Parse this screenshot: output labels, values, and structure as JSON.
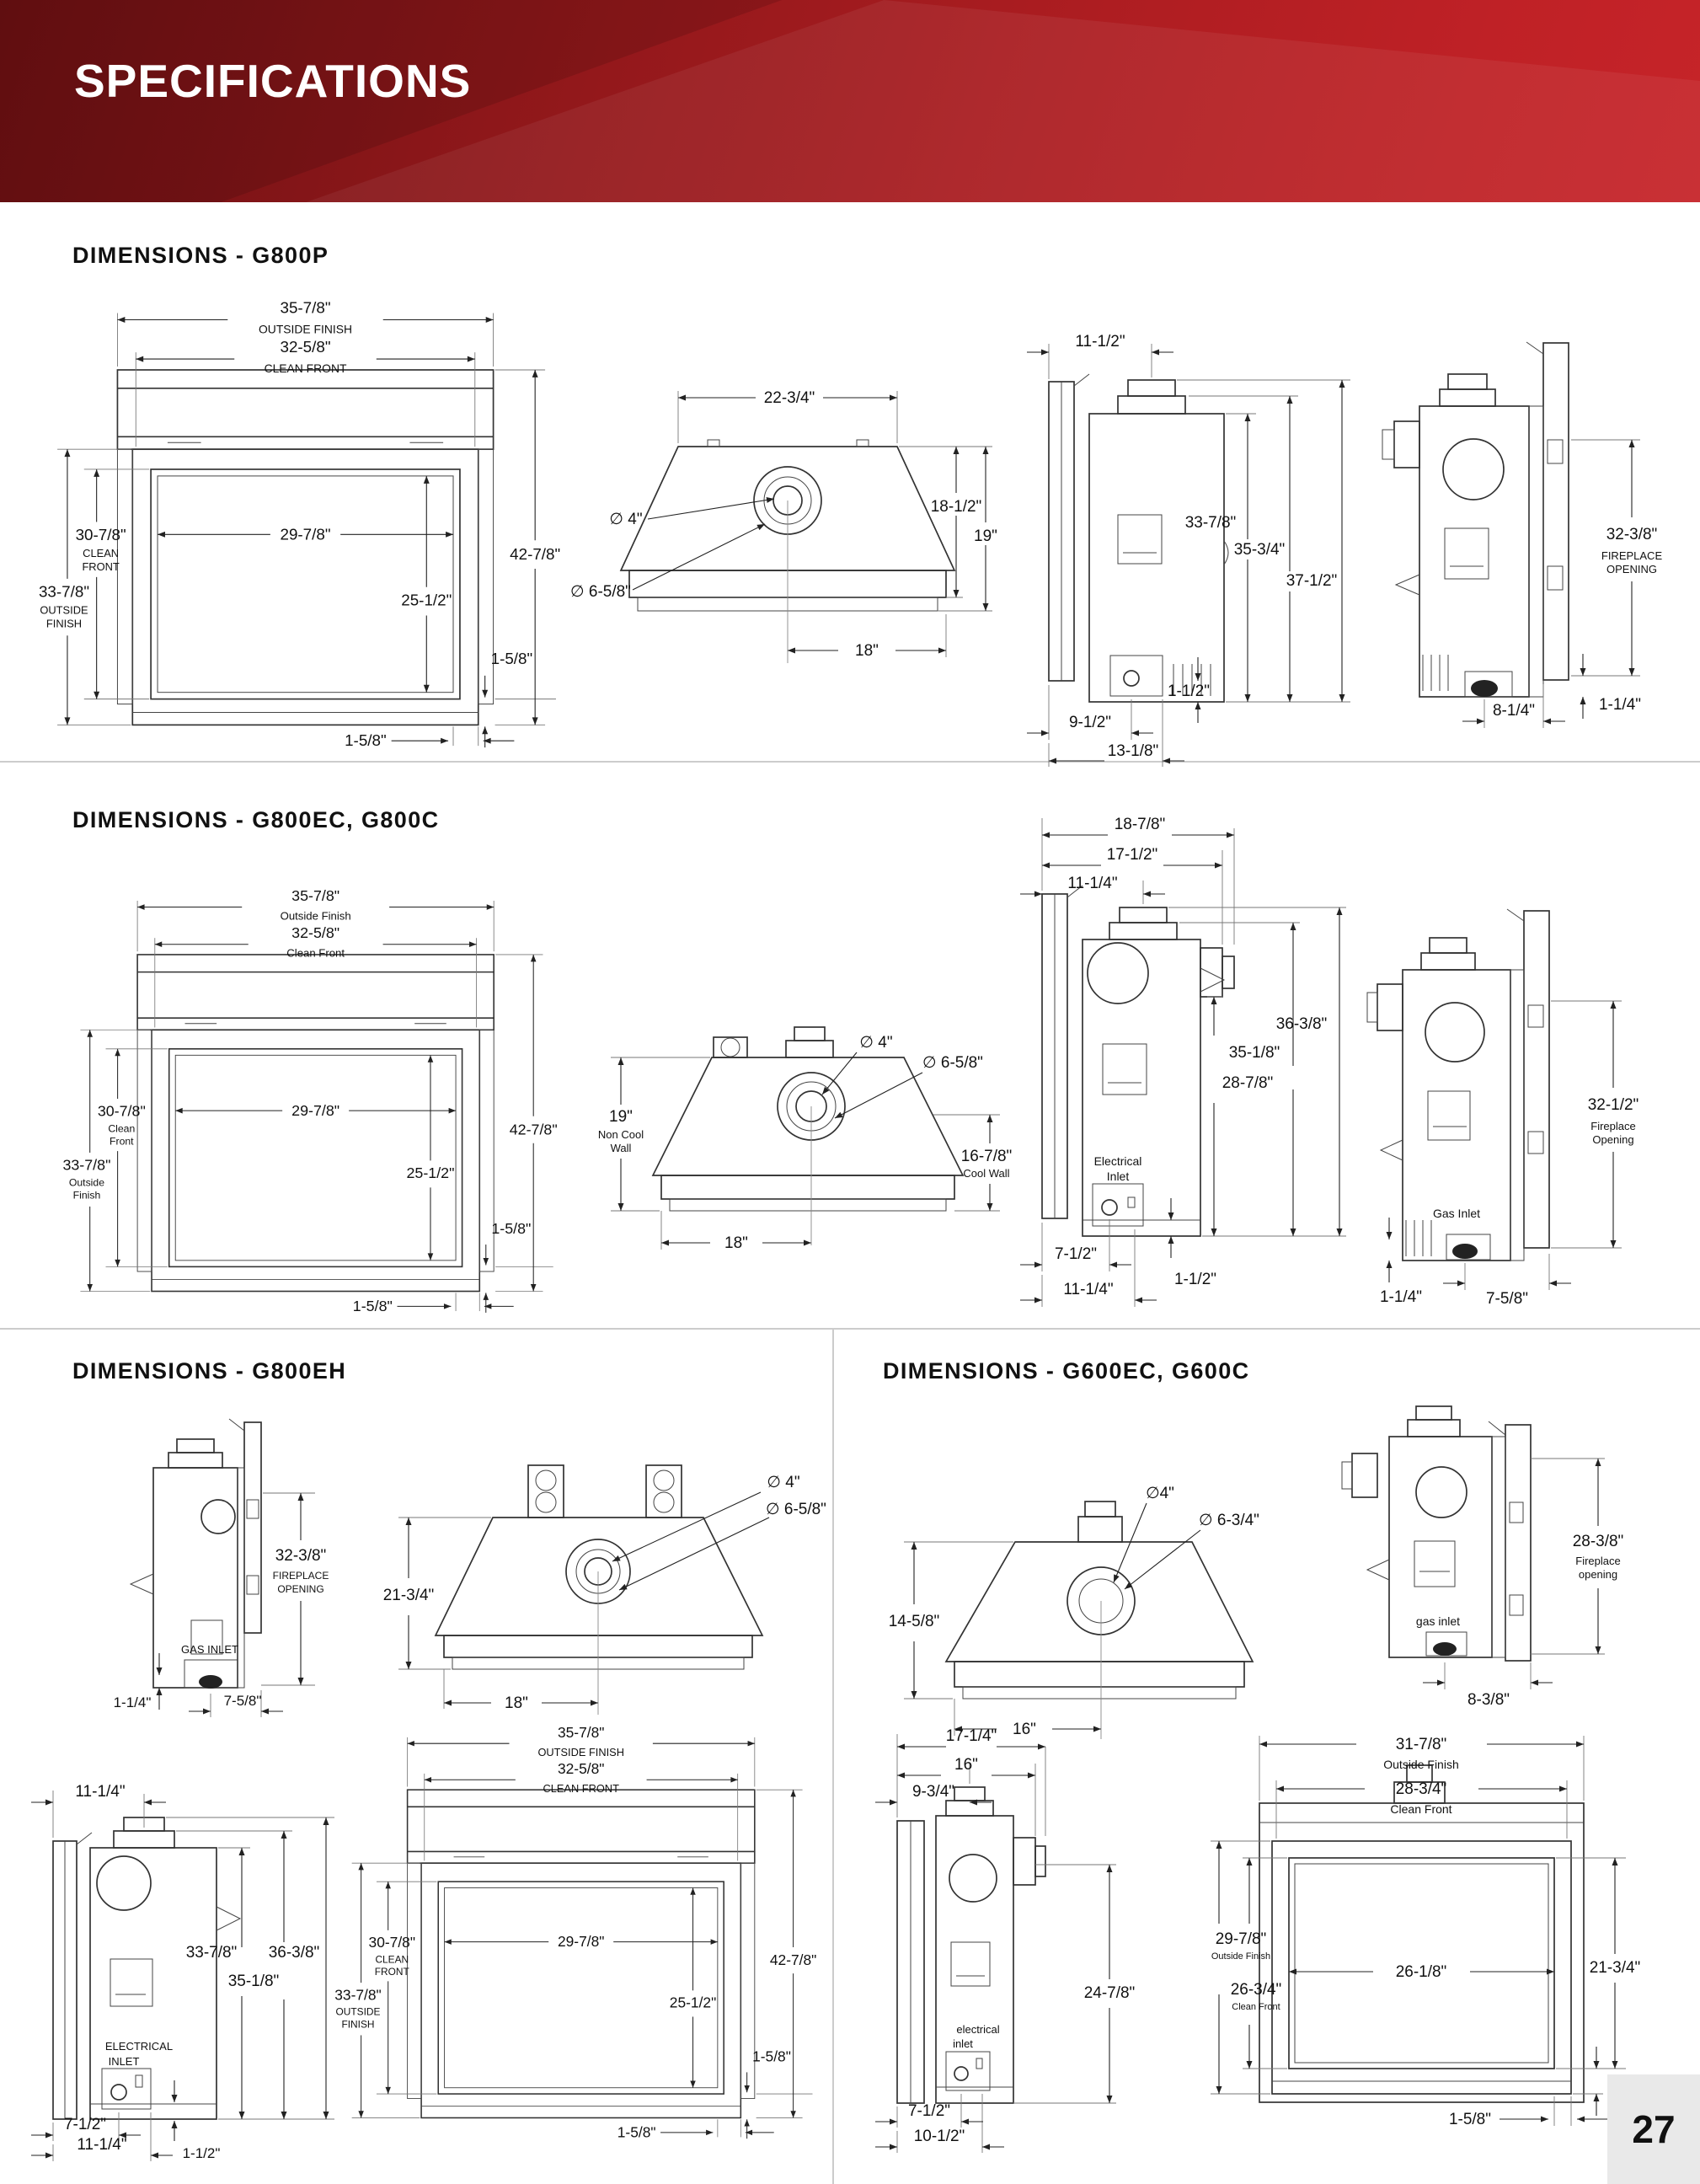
{
  "header": {
    "title": "SPECIFICATIONS"
  },
  "footer": {
    "page": "27"
  },
  "s": {
    "g800p": {
      "title": "DIMENSIONS - G800P",
      "front": {
        "ow": "35-7/8\"",
        "ow_cap": "OUTSIDE FINISH",
        "cw": "32-5/8\"",
        "cw_cap": "CLEAN FRONT",
        "oh": "33-7/8\"",
        "oh_cap1": "OUTSIDE",
        "oh_cap2": "FINISH",
        "ch": "30-7/8\"",
        "ch_cap1": "CLEAN",
        "ch_cap2": "FRONT",
        "gw": "29-7/8\"",
        "gh": "25-1/2\"",
        "th": "42-7/8\"",
        "lip_r": "1-5/8\"",
        "lip_b": "1-5/8\""
      },
      "top": {
        "w": "22-3/4\"",
        "d1": "∅ 4\"",
        "d2": "∅ 6-5/8\"",
        "r1": "18-1/2\"",
        "r2": "19\"",
        "b": "18\""
      },
      "side": {
        "t": "11-1/2\"",
        "h1": "33-7/8\"",
        "h2": "35-3/4\"",
        "h3": "37-1/2\"",
        "lip": "1-1/2\"",
        "b1": "9-1/2\"",
        "b2": "13-1/8\""
      },
      "side2": {
        "op": "32-3/8\"",
        "opc1": "FIREPLACE",
        "opc2": "OPENING",
        "b": "8-1/4\"",
        "lip": "1-1/4\""
      }
    },
    "g800ec": {
      "title": "DIMENSIONS - G800EC, G800C",
      "front": {
        "ow": "35-7/8\"",
        "ow_cap": "Outside Finish",
        "cw": "32-5/8\"",
        "cw_cap": "Clean Front",
        "oh": "33-7/8\"",
        "oh_cap1": "Outside",
        "oh_cap2": "Finish",
        "ch": "30-7/8\"",
        "ch_cap1": "Clean",
        "ch_cap2": "Front",
        "gw": "29-7/8\"",
        "gh": "25-1/2\"",
        "th": "42-7/8\"",
        "lip_r": "1-5/8\"",
        "lip_b": "1-5/8\""
      },
      "top": {
        "d1": "∅ 4\"",
        "d2": "∅ 6-5/8\"",
        "l": "19\"",
        "l_cap1": "Non Cool",
        "l_cap2": "Wall",
        "r": "16-7/8\"",
        "r_cap": "Cool Wall",
        "b": "18\""
      },
      "side": {
        "w1": "18-7/8\"",
        "w2": "17-1/2\"",
        "w3": "11-1/4\"",
        "h1": "36-3/8\"",
        "h2": "35-1/8\"",
        "h3": "28-7/8\"",
        "inl1": "Electrical",
        "inl2": "Inlet",
        "b1": "7-1/2\"",
        "lip": "1-1/2\"",
        "b2": "11-1/4\""
      },
      "side2": {
        "op": "32-1/2\"",
        "opc1": "Fireplace",
        "opc2": "Opening",
        "inl": "Gas Inlet",
        "lip": "1-1/4\"",
        "b": "7-5/8\""
      }
    },
    "g800eh": {
      "title": "DIMENSIONS - G800EH",
      "sg": {
        "op": "32-3/8\"",
        "opc1": "FIREPLACE",
        "opc2": "OPENING",
        "inl": "GAS INLET",
        "lip": "1-1/4\"",
        "b": "7-5/8\""
      },
      "top": {
        "h": "21-3/4\"",
        "d1": "∅ 4\"",
        "d2": "∅ 6-5/8\"",
        "b": "18\""
      },
      "se": {
        "t": "11-1/4\"",
        "h1": "33-7/8\"",
        "h2": "36-3/8\"",
        "h3": "35-1/8\"",
        "inl1": "ELECTRICAL",
        "inl2": "INLET",
        "b1": "7-1/2\"",
        "lip": "1-1/2\"",
        "b2": "11-1/4\""
      },
      "front": {
        "ow": "35-7/8\"",
        "ow_cap": "OUTSIDE FINISH",
        "cw": "32-5/8\"",
        "cw_cap": "CLEAN FRONT",
        "oh": "33-7/8\"",
        "oh_cap1": "OUTSIDE",
        "oh_cap2": "FINISH",
        "ch": "30-7/8\"",
        "ch_cap1": "CLEAN",
        "ch_cap2": "FRONT",
        "gw": "29-7/8\"",
        "gh": "25-1/2\"",
        "th": "42-7/8\"",
        "lip_r": "1-5/8\"",
        "lip_b": "1-5/8\""
      }
    },
    "g600": {
      "title": "DIMENSIONS - G600EC, G600C",
      "top": {
        "d1": "∅4\"",
        "d2": "∅ 6-3/4\"",
        "l": "14-5/8\"",
        "b": "16\""
      },
      "sg": {
        "op": "28-3/8\"",
        "opc1": "Fireplace",
        "opc2": "opening",
        "inl": "gas inlet",
        "b": "8-3/8\""
      },
      "se": {
        "w1": "17-1/4\"",
        "w2": "16\"",
        "w3": "9-3/4\"",
        "h1": "24-7/8\"",
        "inl1": "electrical",
        "inl2": "inlet",
        "b1": "7-1/2\"",
        "b2": "10-1/2\""
      },
      "front": {
        "ow": "31-7/8\"",
        "ow_cap": "Outside Finish",
        "cw": "28-3/4\"",
        "cw_cap": "Clean Front",
        "gw": "26-1/8\"",
        "gh": "21-3/4\"",
        "oh": "29-7/8\"",
        "oh_cap": "Outside Finish",
        "ch": "26-3/4\"",
        "ch_cap": "Clean Front",
        "lip_r": "1-5/8\"",
        "lip_b": "1-5/8\""
      }
    }
  }
}
